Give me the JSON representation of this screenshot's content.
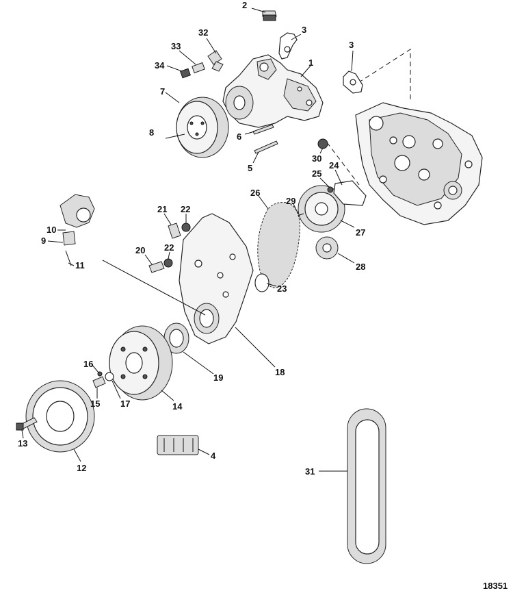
{
  "callouts": [
    {
      "id": "c2",
      "text": "2"
    },
    {
      "id": "c3a",
      "text": "3"
    },
    {
      "id": "c3b",
      "text": "3"
    },
    {
      "id": "c32",
      "text": "32"
    },
    {
      "id": "c33",
      "text": "33"
    },
    {
      "id": "c34",
      "text": "34"
    },
    {
      "id": "c1",
      "text": "1"
    },
    {
      "id": "c7",
      "text": "7"
    },
    {
      "id": "c8",
      "text": "8"
    },
    {
      "id": "c6",
      "text": "6"
    },
    {
      "id": "c5",
      "text": "5"
    },
    {
      "id": "c30",
      "text": "30"
    },
    {
      "id": "c24",
      "text": "24"
    },
    {
      "id": "c25",
      "text": "25"
    },
    {
      "id": "c26",
      "text": "26"
    },
    {
      "id": "c29",
      "text": "29"
    },
    {
      "id": "c27",
      "text": "27"
    },
    {
      "id": "c28",
      "text": "28"
    },
    {
      "id": "c21",
      "text": "21"
    },
    {
      "id": "c22a",
      "text": "22"
    },
    {
      "id": "c22b",
      "text": "22"
    },
    {
      "id": "c20",
      "text": "20"
    },
    {
      "id": "c10",
      "text": "10"
    },
    {
      "id": "c9",
      "text": "9"
    },
    {
      "id": "c11",
      "text": "11"
    },
    {
      "id": "c23",
      "text": "23"
    },
    {
      "id": "c18",
      "text": "18"
    },
    {
      "id": "c19",
      "text": "19"
    },
    {
      "id": "c16",
      "text": "16"
    },
    {
      "id": "c15",
      "text": "15"
    },
    {
      "id": "c17",
      "text": "17"
    },
    {
      "id": "c14",
      "text": "14"
    },
    {
      "id": "c13",
      "text": "13"
    },
    {
      "id": "c12",
      "text": "12"
    },
    {
      "id": "c4",
      "text": "4"
    },
    {
      "id": "c31",
      "text": "31"
    }
  ],
  "figure_id": "18351"
}
